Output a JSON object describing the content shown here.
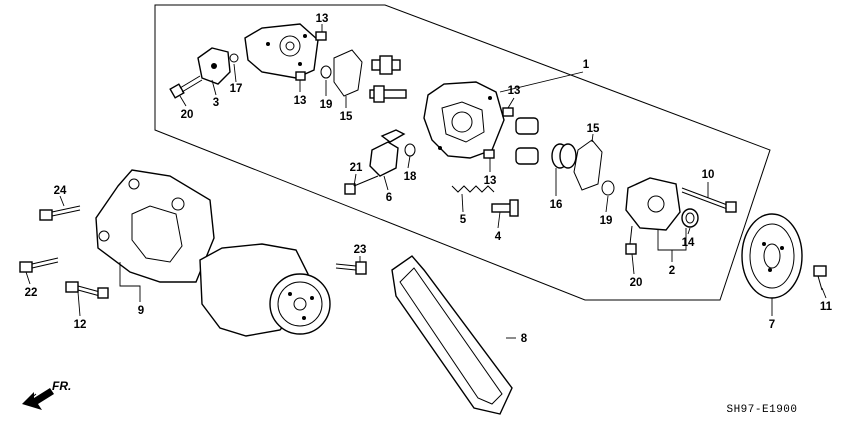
{
  "diagram": {
    "code": "SH97-E1900",
    "front_label": "FR.",
    "callouts": {
      "c1": "1",
      "c2": "2",
      "c3": "3",
      "c4": "4",
      "c5": "5",
      "c6": "6",
      "c7": "7",
      "c8": "8",
      "c9": "9",
      "c10": "10",
      "c11": "11",
      "c12": "12",
      "c13a": "13",
      "c13b": "13",
      "c13c": "13",
      "c13d": "13",
      "c14": "14",
      "c15a": "15",
      "c15b": "15",
      "c16": "16",
      "c17": "17",
      "c18": "18",
      "c19a": "19",
      "c19b": "19",
      "c20a": "20",
      "c20b": "20",
      "c21": "21",
      "c22": "22",
      "c23": "23",
      "c24": "24"
    }
  }
}
